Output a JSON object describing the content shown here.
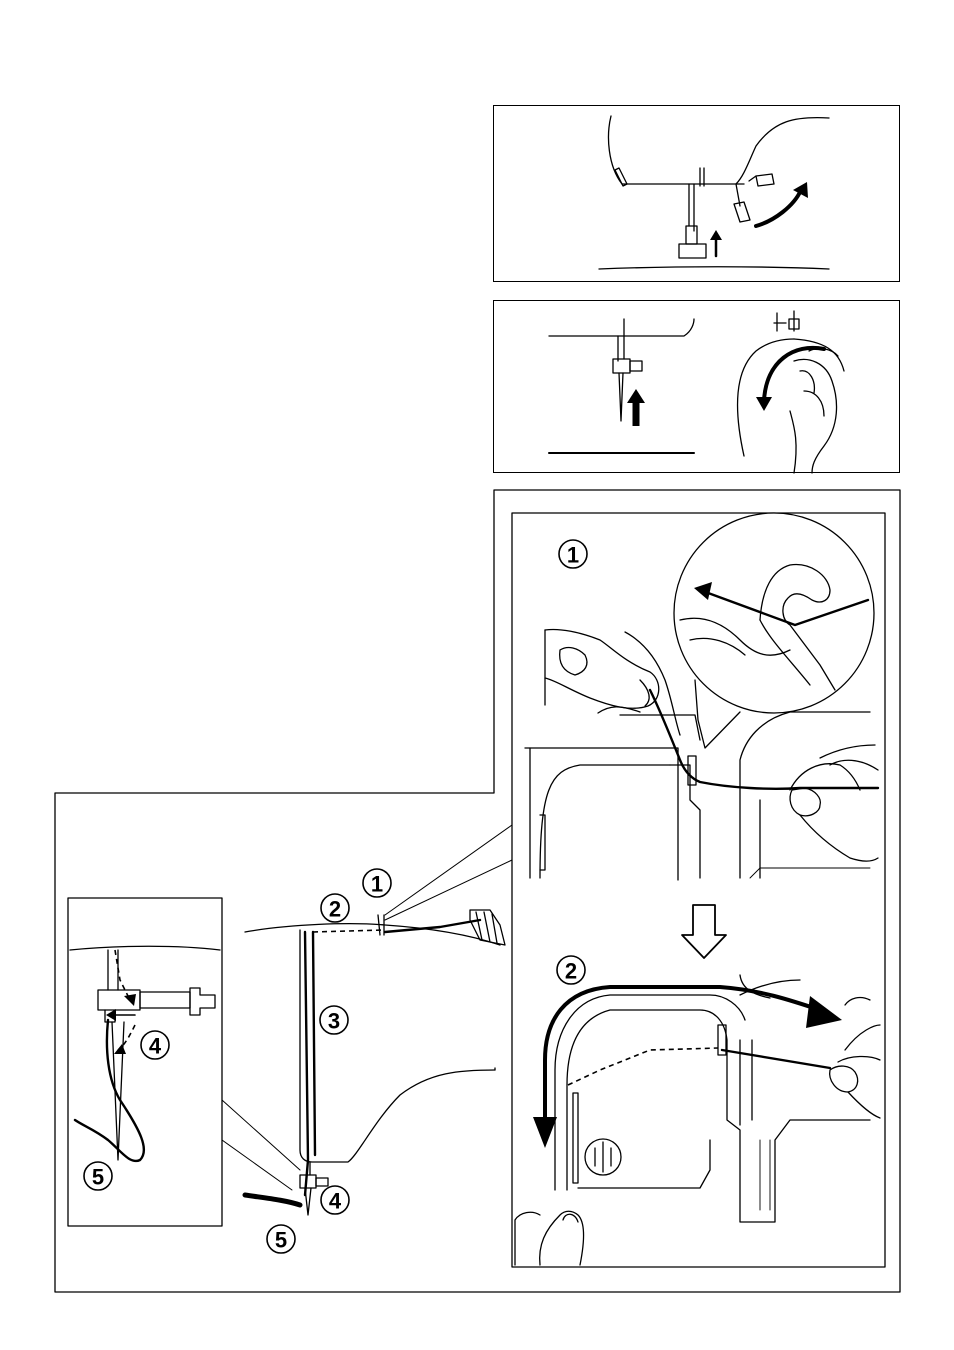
{
  "steps": {
    "s1": "1",
    "s2": "2",
    "s3": "3",
    "s4": "4",
    "s5": "5"
  }
}
